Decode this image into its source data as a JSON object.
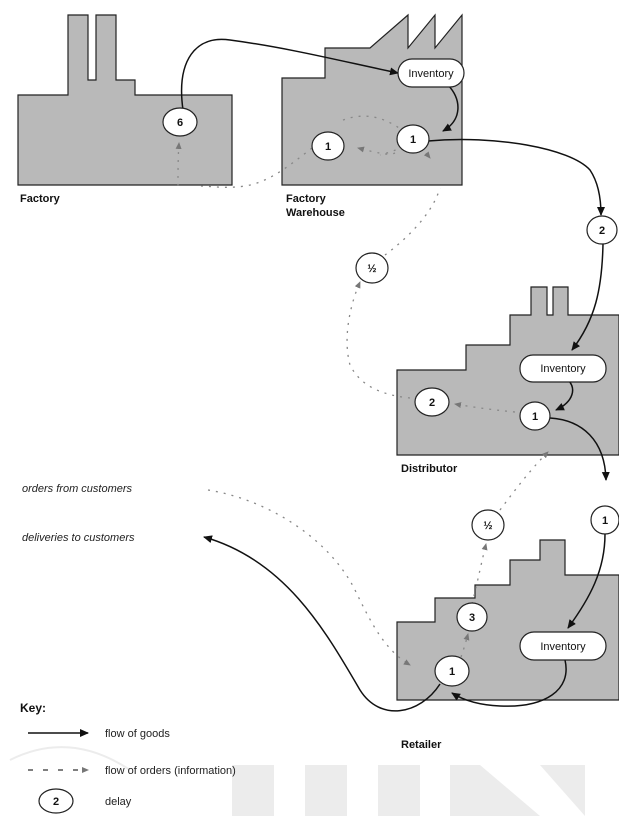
{
  "facilities": {
    "factory": "Factory",
    "factory_warehouse_line1": "Factory",
    "factory_warehouse_line2": "Warehouse",
    "distributor": "Distributor",
    "retailer": "Retailer"
  },
  "inventory_label": "Inventory",
  "nodes": {
    "factory_delay": "6",
    "fw_order_delay": "1",
    "fw_ship_delay": "1",
    "fw_to_dist": "2",
    "dist_order_half": "½",
    "dist_order": "2",
    "dist_ship": "1",
    "dist_to_ret": "1",
    "ret_order_half": "½",
    "ret_order": "3",
    "ret_ship": "1"
  },
  "customers": {
    "orders": "orders from customers",
    "deliveries": "deliveries to customers"
  },
  "key": {
    "title": "Key:",
    "goods": "flow of goods",
    "orders": "flow of orders (information)",
    "delay_symbol": "2",
    "delay": "delay"
  }
}
